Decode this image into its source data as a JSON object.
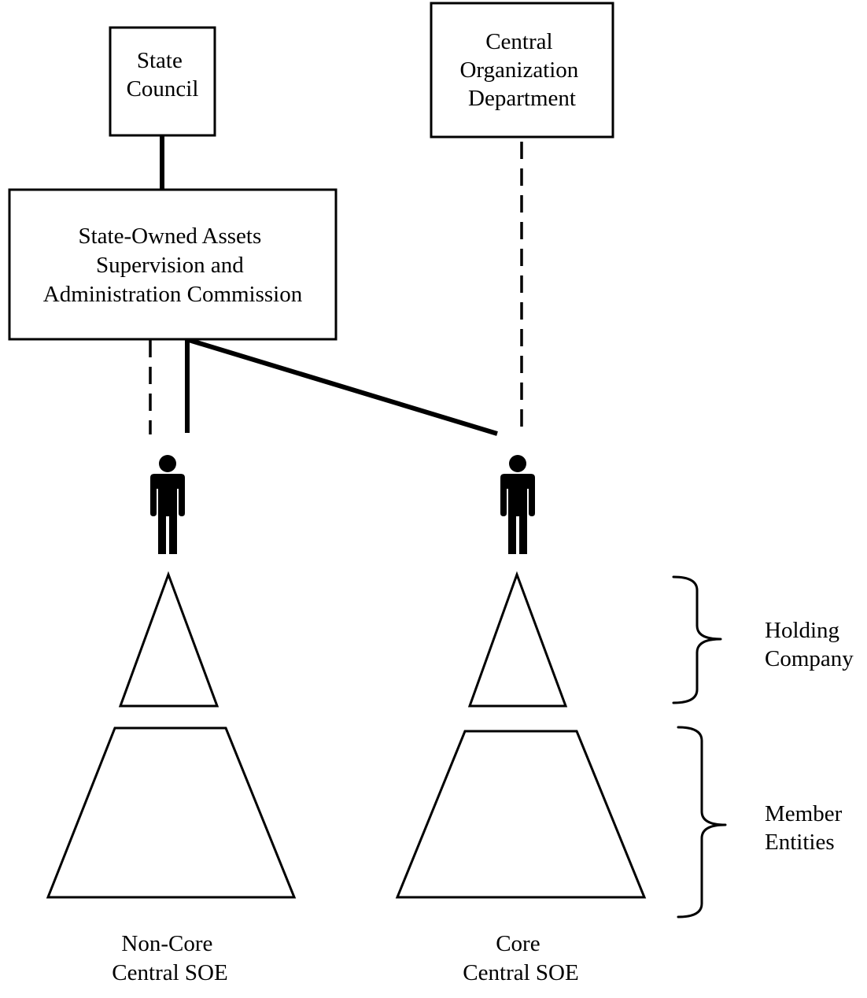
{
  "diagram": {
    "nodes": {
      "state_council": {
        "lines": [
          "State",
          "Council"
        ]
      },
      "central_org_dept": {
        "lines": [
          "Central",
          "Organization",
          "Department"
        ]
      },
      "sasac": {
        "lines": [
          "State-Owned Assets",
          "Supervision and",
          "Administration Commission"
        ]
      }
    },
    "brace_labels": {
      "holding_company": {
        "lines": [
          "Holding",
          "Company"
        ]
      },
      "member_entities": {
        "lines": [
          "Member",
          "Entities"
        ]
      }
    },
    "soe_labels": {
      "non_core": {
        "lines": [
          "Non-Core",
          "Central SOE"
        ]
      },
      "core": {
        "lines": [
          "Core",
          "Central SOE"
        ]
      }
    },
    "connections": [
      {
        "from": "State Council",
        "to": "SASAC",
        "style": "solid"
      },
      {
        "from": "SASAC",
        "to": "Non-Core leader",
        "style": "solid"
      },
      {
        "from": "SASAC",
        "to": "Non-Core leader",
        "style": "dashed"
      },
      {
        "from": "SASAC",
        "to": "Core leader",
        "style": "solid"
      },
      {
        "from": "Central Organization Department",
        "to": "Core leader",
        "style": "dashed"
      }
    ],
    "icons": {
      "leader": "person-icon"
    },
    "colors": {
      "stroke": "#000000",
      "fill": "#ffffff"
    }
  }
}
